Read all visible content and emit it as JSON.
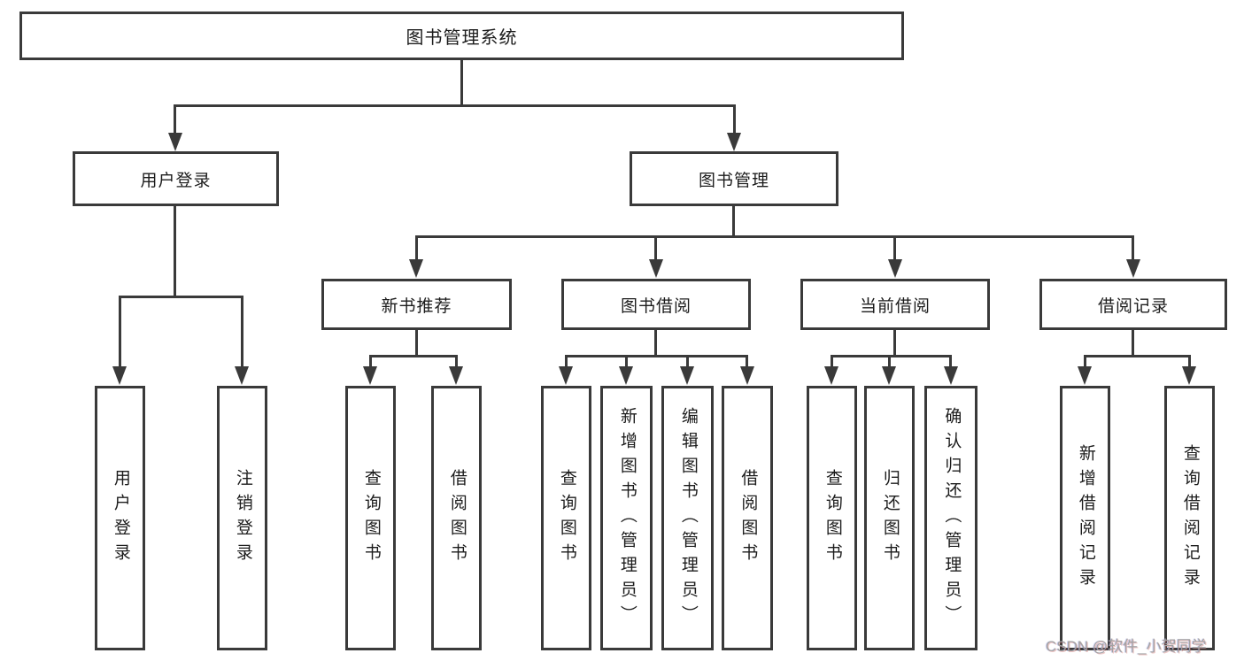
{
  "tree": {
    "root": "图书管理系统",
    "login": {
      "label": "用户登录",
      "children": [
        "用户登录",
        "注销登录"
      ]
    },
    "management": {
      "label": "图书管理",
      "groups": [
        {
          "label": "新书推荐",
          "children": [
            "查询图书",
            "借阅图书"
          ]
        },
        {
          "label": "图书借阅",
          "children": [
            "查询图书",
            "新增图书（管理员）",
            "编辑图书（管理员）",
            "借阅图书"
          ]
        },
        {
          "label": "当前借阅",
          "children": [
            "查询图书",
            "归还图书",
            "确认归还（管理员）"
          ]
        },
        {
          "label": "借阅记录",
          "children": [
            "新增借阅记录",
            "查询借阅记录"
          ]
        }
      ]
    }
  },
  "watermark": "CSDN @软件_小贺同学",
  "colors": {
    "line": "#3a3a3a",
    "box_border": "#3a3a3a",
    "box_fill": "#ffffff",
    "text": "#1c1c1c",
    "watermark": "#a3a3a3"
  }
}
